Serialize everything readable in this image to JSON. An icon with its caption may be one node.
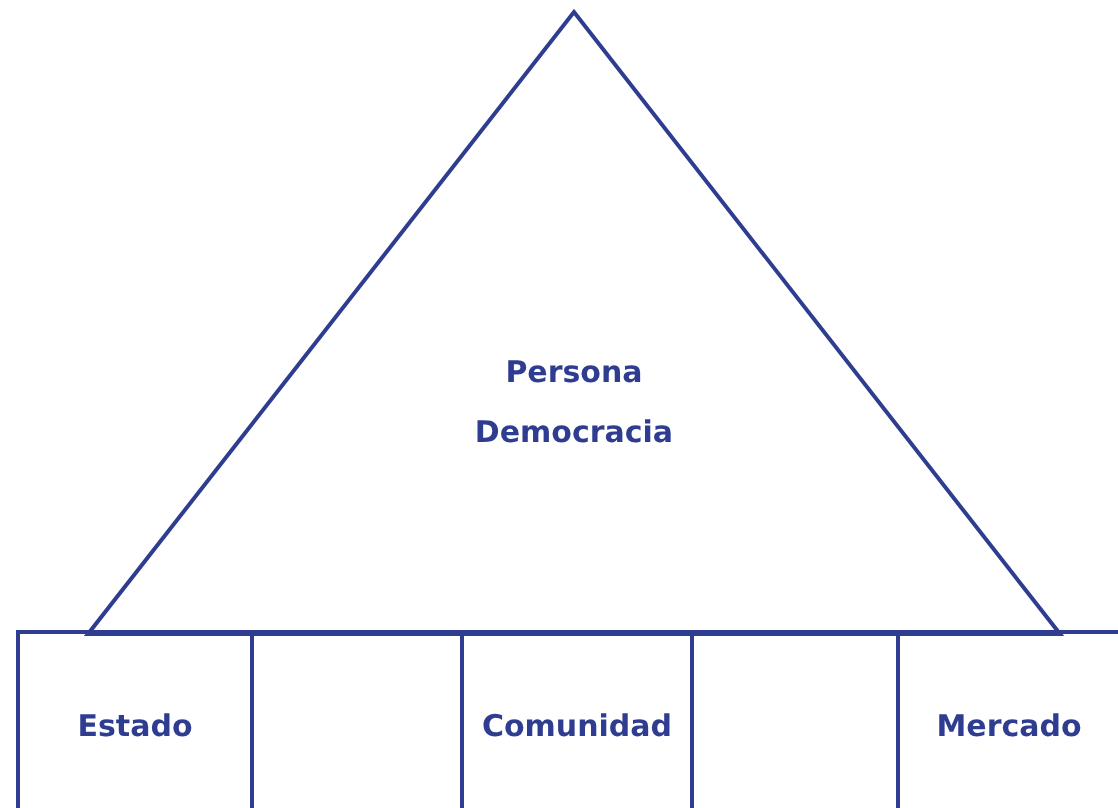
{
  "diagram": {
    "nodes": [
      {
        "text": [
          "Persona",
          "Democracia"
        ]
      },
      {
        "text": [
          "Estado"
        ]
      },
      {
        "text": [],
        "shape": "box"
      },
      {
        "text": [
          "Comunidad"
        ]
      },
      {
        "text": [],
        "shape": "box"
      },
      {
        "text": [
          "Mercado"
        ]
      }
    ]
  }
}
